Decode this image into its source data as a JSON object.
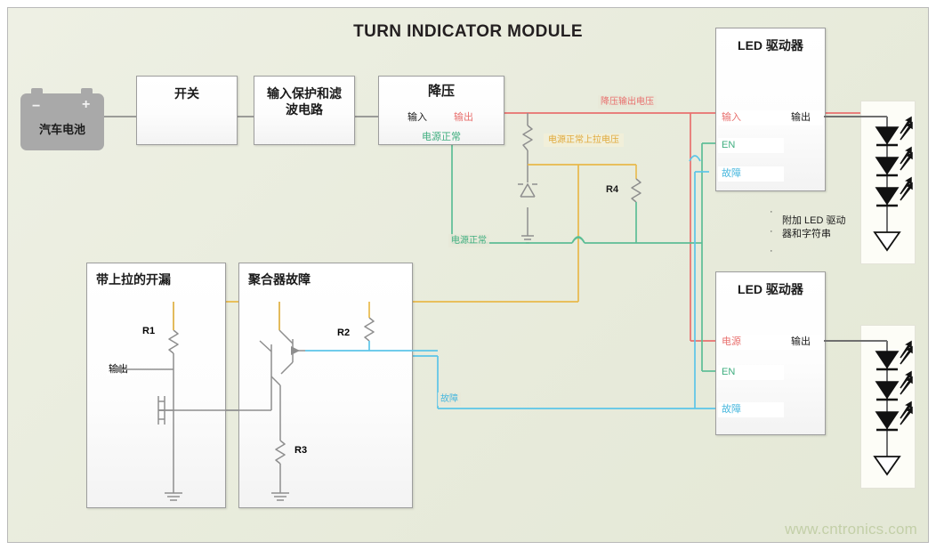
{
  "title": "TURN INDICATOR MODULE",
  "watermark": "www.cntronics.com",
  "colors": {
    "vout_red": "#e8706e",
    "pgood_green": "#5cbd95",
    "pullup_yellow": "#e8b94a",
    "fault_cyan": "#5bc5e8",
    "wire_gray": "#808080",
    "canvas": "#e9ecdd"
  },
  "battery": {
    "label": "汽车电池",
    "minus": "−",
    "plus": "+"
  },
  "blocks": {
    "switch": {
      "label": "开关"
    },
    "input_protection": {
      "label": "输入保护和滤波电路"
    },
    "buck": {
      "title": "降压",
      "pin_in": "输入",
      "pin_out": "输出",
      "pin_pgood": "电源正常"
    },
    "open_drain": {
      "title": "带上拉的开漏",
      "output_label": "输出",
      "r1": "R1"
    },
    "aggregator": {
      "title": "聚合器故障",
      "r2": "R2",
      "r3": "R3"
    },
    "led_driver_1": {
      "title": "LED 驱动器",
      "pin_power": "输入",
      "pin_en": "EN",
      "pin_fault": "故障",
      "pin_out": "输出"
    },
    "led_driver_2": {
      "title": "LED 驱动器",
      "pin_power": "电源",
      "pin_en": "EN",
      "pin_fault": "故障",
      "pin_out": "输出"
    }
  },
  "signals": {
    "buck_output_voltage": "降压输出电压",
    "pgood_pullup_voltage": "电源正常上拉电压",
    "pgood": "电源正常",
    "fault": "故障"
  },
  "components": {
    "r4": "R4"
  },
  "notes": {
    "additional_drivers": "附加 LED 驱动器和字符串"
  }
}
